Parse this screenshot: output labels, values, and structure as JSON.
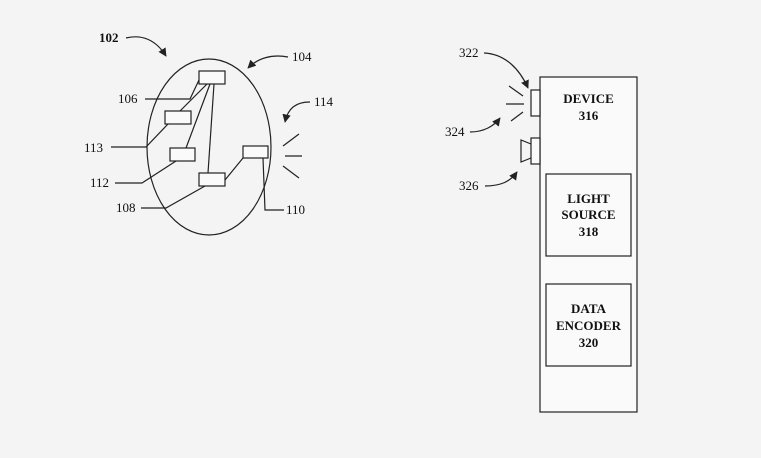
{
  "colors": {
    "background": "#f4f4f4",
    "ink": "#222222"
  },
  "left_figure": {
    "labels": {
      "l102": "102",
      "l104": "104",
      "l106": "106",
      "l113": "113",
      "l112": "112",
      "l108": "108",
      "l110": "110",
      "l114": "114"
    }
  },
  "right_figure": {
    "labels": {
      "l322": "322",
      "l324": "324",
      "l326": "326"
    },
    "device": {
      "line1": "DEVICE",
      "line2": "316"
    },
    "light_source": {
      "line1": "LIGHT",
      "line2": "SOURCE",
      "line3": "318"
    },
    "data_encoder": {
      "line1": "DATA",
      "line2": "ENCODER",
      "line3": "320"
    }
  }
}
